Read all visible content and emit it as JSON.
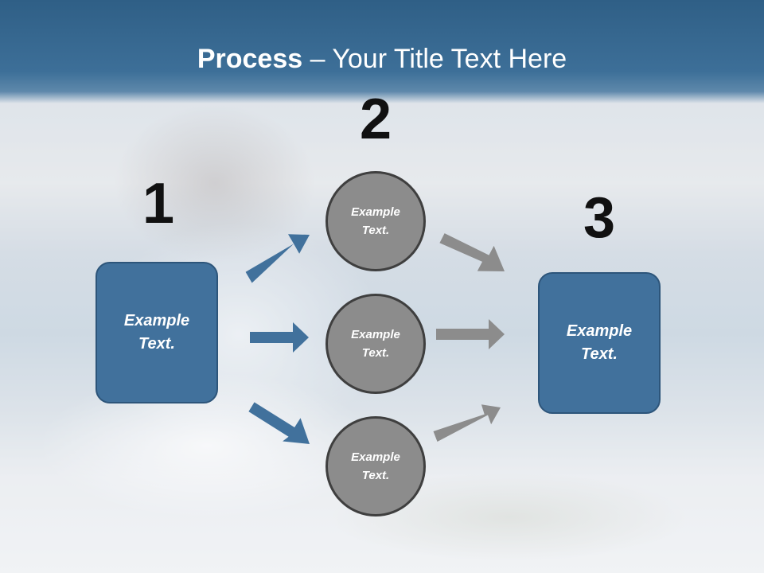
{
  "title": {
    "bold": "Process",
    "rest": " – Your Title Text Here"
  },
  "numbers": {
    "step1": "1",
    "step2": "2",
    "step3": "3"
  },
  "left_box": {
    "text": "Example Text."
  },
  "right_box": {
    "text": "Example Text."
  },
  "circles": [
    {
      "text": "Example Text."
    },
    {
      "text": "Example Text."
    },
    {
      "text": "Example Text."
    }
  ],
  "colors": {
    "title_band": "#3a6b94",
    "box_fill": "#41719c",
    "circle_fill": "#8c8c8c",
    "blue_arrow": "#41719c",
    "grey_arrow": "#8c8c8c"
  }
}
